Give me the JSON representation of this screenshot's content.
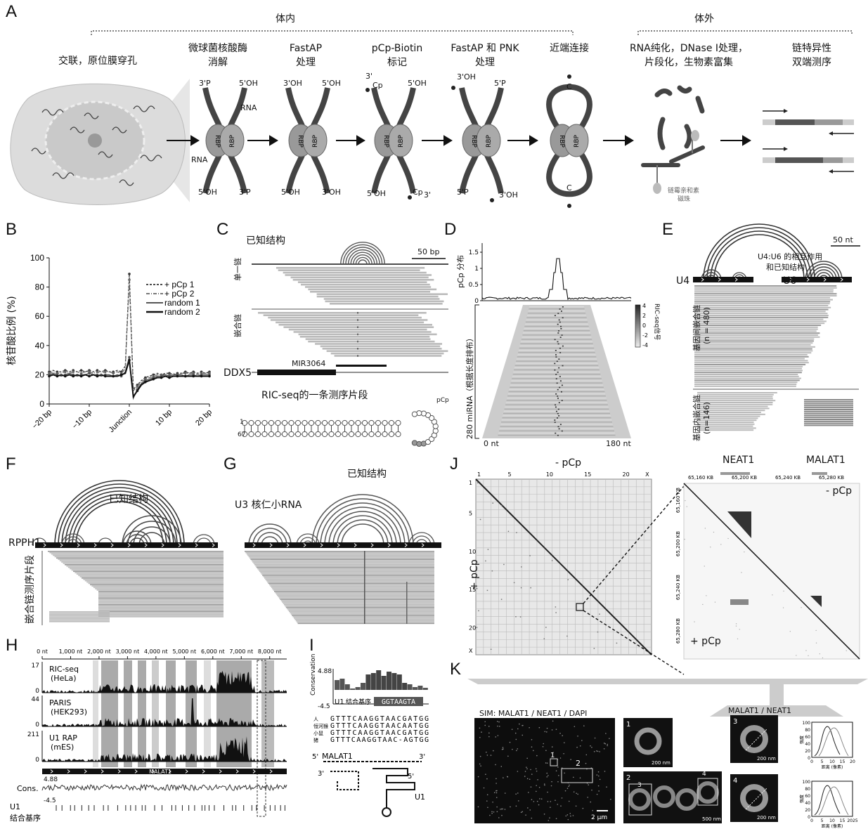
{
  "panels": {
    "A": "A",
    "B": "B",
    "C": "C",
    "D": "D",
    "E": "E",
    "F": "F",
    "G": "G",
    "H": "H",
    "I": "I",
    "J": "J",
    "K": "K"
  },
  "panelA": {
    "in_vivo": "体内",
    "in_vitro": "体外",
    "steps": [
      {
        "l1": "交联，原位膜穿孔",
        "l2": ""
      },
      {
        "l1": "微球菌核酸酶",
        "l2": "消解"
      },
      {
        "l1": "FastAP",
        "l2": "处理"
      },
      {
        "l1": "pCp-Biotin",
        "l2": "标记"
      },
      {
        "l1": "FastAP 和 PNK",
        "l2": "处理"
      },
      {
        "l1": "近端连接",
        "l2": ""
      },
      {
        "l1": "RNA纯化，DNase I处理，",
        "l2": "片段化，生物素富集"
      },
      {
        "l1": "链特异性",
        "l2": "双端测序"
      }
    ],
    "rbp": "RBP",
    "rna": "RNA",
    "c": "C",
    "ends": {
      "s1_tl": "3'P",
      "s1_tr": "5'OH",
      "s1_bl": "5'OH",
      "s1_br": "3'P",
      "s2_tl": "3'OH",
      "s2_tr": "5'OH",
      "s2_bl": "5'OH",
      "s2_br": "3'OH",
      "s3_tl": "3'",
      "s3_tl2": "Cp",
      "s3_tr": "5'OH",
      "s3_bl": "5'OH",
      "s3_br": "Cp",
      "s3_br2": "3'",
      "s4_tl": "3'OH",
      "s4_tr": "5'P",
      "s4_bl": "5'P",
      "s4_br": "3'OH"
    },
    "beads": "链霉亲和素",
    "beads2": "磁珠"
  },
  "panelB": {
    "ylabel": "核苷酸比例 (%)",
    "yticks": [
      "0",
      "20",
      "40",
      "60",
      "80",
      "100"
    ],
    "xticks": [
      "−20 bp",
      "−10 bp",
      "Junction",
      "10 bp",
      "20 bp"
    ],
    "legend": [
      "pCp 1",
      "pCp 2",
      "random 1",
      "random 2"
    ],
    "legend_prefix": "+"
  },
  "chart_data": {
    "type": "line",
    "x": [
      -20,
      -19,
      -18,
      -17,
      -16,
      -15,
      -14,
      -13,
      -12,
      -11,
      -10,
      -9,
      -8,
      -7,
      -6,
      -5,
      -4,
      -3,
      -2,
      -1,
      0,
      1,
      2,
      3,
      4,
      5,
      6,
      7,
      8,
      9,
      10,
      11,
      12,
      13,
      14,
      15,
      16,
      17,
      18,
      19,
      20
    ],
    "series": [
      {
        "name": "pCp 1",
        "values": [
          22,
          23,
          22,
          22,
          23,
          22,
          23,
          22,
          23,
          22,
          23,
          22,
          23,
          22,
          23,
          22,
          22,
          23,
          22,
          26,
          89,
          10,
          13,
          16,
          18,
          19,
          20,
          21,
          20,
          21,
          21,
          20,
          21,
          21,
          22,
          21,
          22,
          21,
          22,
          21,
          22
        ]
      },
      {
        "name": "pCp 2",
        "values": [
          21,
          22,
          21,
          21,
          22,
          21,
          22,
          22,
          21,
          22,
          22,
          21,
          22,
          21,
          22,
          22,
          21,
          22,
          21,
          24,
          85,
          9,
          12,
          15,
          17,
          18,
          19,
          20,
          20,
          20,
          20,
          21,
          20,
          21,
          21,
          21,
          21,
          20,
          21,
          21,
          21
        ]
      },
      {
        "name": "random 1",
        "values": [
          20,
          21,
          20,
          19,
          20,
          21,
          20,
          19,
          20,
          20,
          21,
          20,
          20,
          19,
          20,
          20,
          19,
          20,
          19,
          22,
          32,
          4,
          10,
          14,
          16,
          17,
          18,
          19,
          19,
          20,
          19,
          20,
          20,
          20,
          19,
          20,
          20,
          19,
          20,
          20,
          20
        ]
      },
      {
        "name": "random 2",
        "values": [
          19,
          20,
          19,
          20,
          19,
          20,
          19,
          20,
          19,
          20,
          19,
          20,
          19,
          20,
          19,
          19,
          19,
          19,
          20,
          21,
          30,
          5,
          9,
          13,
          15,
          16,
          17,
          18,
          18,
          19,
          18,
          19,
          19,
          19,
          19,
          19,
          19,
          19,
          19,
          19,
          19
        ]
      }
    ],
    "xlabel": "",
    "ylabel": "核苷酸比例 (%)",
    "ylim": [
      0,
      100
    ],
    "xlim": [
      -20,
      20
    ]
  },
  "panelC": {
    "known": "已知结构",
    "scale": "50 bp",
    "single": "单一链",
    "chimeric": "嵌合链",
    "gene": "DDX5",
    "mir": "MIR3064",
    "read": "RIC-seq的一条测序片段",
    "pcp": "pCp",
    "n1": "1",
    "n67": "67"
  },
  "panelD": {
    "ylabel_top": "pCp 分布",
    "ticks_top": [
      "0",
      "0.5",
      "1",
      "1.5"
    ],
    "ylabel_left": "280 miRNA（根据长度排布）",
    "x0": "0 nt",
    "x1": "180 nt",
    "cbar_label": "RIC-seq信号",
    "cbar_ticks": [
      "4",
      "2",
      "0",
      "-2",
      "-4"
    ]
  },
  "panelE": {
    "scale": "50 nt",
    "title1": "U4:U6 的相互作用",
    "title2": "和已知结构",
    "u4": "U4",
    "u6": "U6",
    "inter": "基因间嵌合链",
    "n_inter": "(n = 480)",
    "intra": "基因内嵌合链",
    "n_intra": "(n=146)"
  },
  "panelF": {
    "known": "已知结构",
    "gene": "RPPH1",
    "reads": "嵌合链测序片段"
  },
  "panelG": {
    "known": "已知结构",
    "u3": "U3 核仁小RNA"
  },
  "panelJ": {
    "minus": "- pCp",
    "plus": "+ pCp",
    "ticks": [
      "1",
      "5",
      "10",
      "15",
      "20",
      "X"
    ],
    "neat1": "NEAT1",
    "malat1": "MALAT1",
    "kb": [
      "65,160 KB",
      "65,200 KB",
      "65,240 KB",
      "65,280 KB"
    ],
    "kb_left": [
      "65,160 KB",
      "65,200 KB",
      "65,240 KB",
      "65,280 KB"
    ]
  },
  "panelH": {
    "ticks": [
      "0 nt",
      "1,000 nt",
      "2,000 nt",
      "3,000 nt",
      "4,000 nt",
      "5,000 nt",
      "6,000 nt",
      "7,000 nt",
      "8,000 nt"
    ],
    "tracks": [
      {
        "name": "RIC-seq",
        "sub": "(HeLa)",
        "max": "17"
      },
      {
        "name": "PARIS",
        "sub": "(HEK293)",
        "max": "44"
      },
      {
        "name": "U1 RAP",
        "sub": "(mES)",
        "max": "211"
      }
    ],
    "zero": "0",
    "gene": "MALAT1",
    "cons": "Cons.",
    "cons_max": "4.88",
    "cons_min": "-4.5",
    "u1": "U1",
    "u1sub": "结合基序"
  },
  "panelI": {
    "ylabel": "Conservation",
    "max": "4.88",
    "min": "-4.5",
    "u1": "U1",
    "motif_label": "结合基序",
    "motif": "GGTAAGTA",
    "species": [
      "人",
      "恒河猴",
      "小鼠",
      "猪"
    ],
    "seqs": [
      "GTTTCAAGGTAACGATGG",
      "GTTTCAAGGTAACAATGG",
      "GTTTCAAGGTAACGATGG",
      "GTTTCAAGGTAAC-AGTGG"
    ],
    "malat": "MALAT1",
    "p5": "5'",
    "p3": "3'",
    "u1b": "U1"
  },
  "panelK": {
    "sim": "SIM: MALAT1 / NEAT1 / DAPI",
    "scale_main": "2 μm",
    "scale_200": "200 nm",
    "scale_500": "500 nm",
    "pair": "MALAT1 / NEAT1",
    "ylab": "强度",
    "xlab": "距离 (像素)",
    "yt": [
      "0",
      "20",
      "40",
      "60",
      "80",
      "100"
    ],
    "xt": [
      "0",
      "5",
      "10",
      "15",
      "20"
    ],
    "xt2": [
      "0",
      "5",
      "10",
      "15",
      "2025"
    ],
    "n1": "1",
    "n2": "2",
    "n3": "3",
    "n4": "4"
  }
}
